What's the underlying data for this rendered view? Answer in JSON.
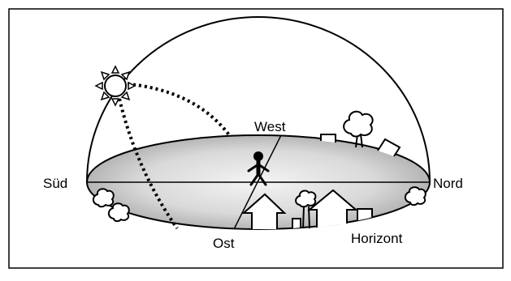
{
  "labels": {
    "south": "Süd",
    "north": "Nord",
    "west": "West",
    "east": "Ost",
    "horizon": "Horizont"
  },
  "icons": {
    "sun": "sun-icon",
    "person": "person-icon",
    "trees": "tree-icon",
    "houses": "house-icon"
  }
}
